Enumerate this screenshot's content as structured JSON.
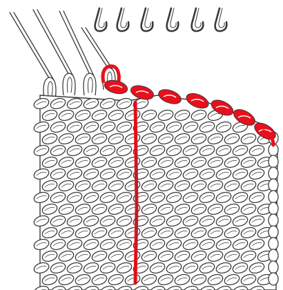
{
  "colors": {
    "ink": "#3a3a3a",
    "paper": "#ffffff",
    "marker_yarn": "#e8101c"
  },
  "figure": {
    "needle_hooks_empty": 6,
    "needles_with_stitches": 4,
    "marked_stitches": 7
  },
  "icons": {
    "needle": "latch-hook-icon",
    "yarn": "marker-yarn-icon"
  }
}
